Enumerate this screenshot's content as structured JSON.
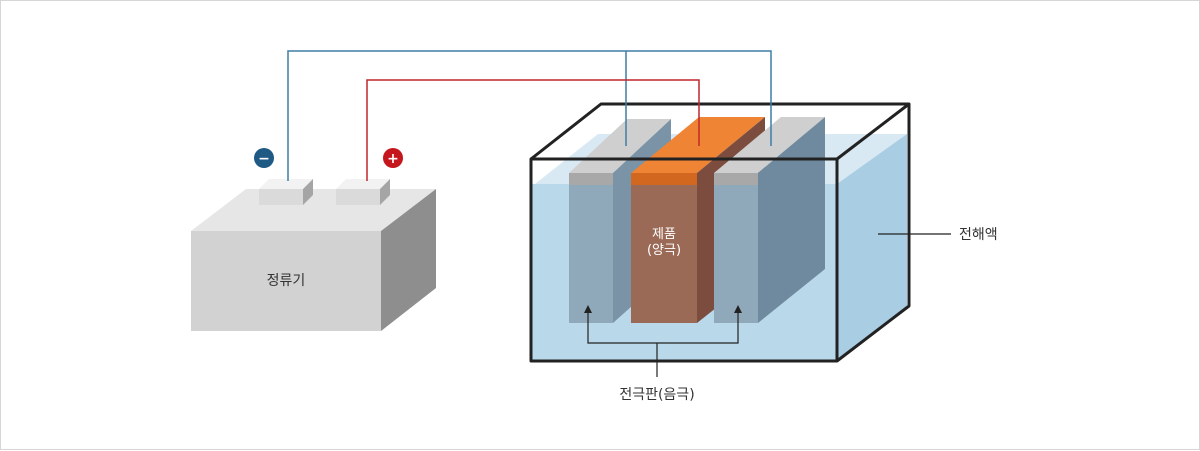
{
  "labels": {
    "rectifier": "정류기",
    "electrolyte": "전해액",
    "product_line1": "제품",
    "product_line2": "(양극)",
    "electrode_plate": "전극판(음극)"
  },
  "symbols": {
    "negative": "−",
    "positive": "+"
  },
  "colors": {
    "negative_wire": "#3f7ea6",
    "positive_wire": "#c0272d",
    "negative_badge": "#1f5a85",
    "positive_badge": "#c4161c",
    "product": "#9b6a56",
    "product_top": "#ee8434",
    "electrolyte": "#b7d7e8",
    "rectifier": "#d2d2d2"
  }
}
